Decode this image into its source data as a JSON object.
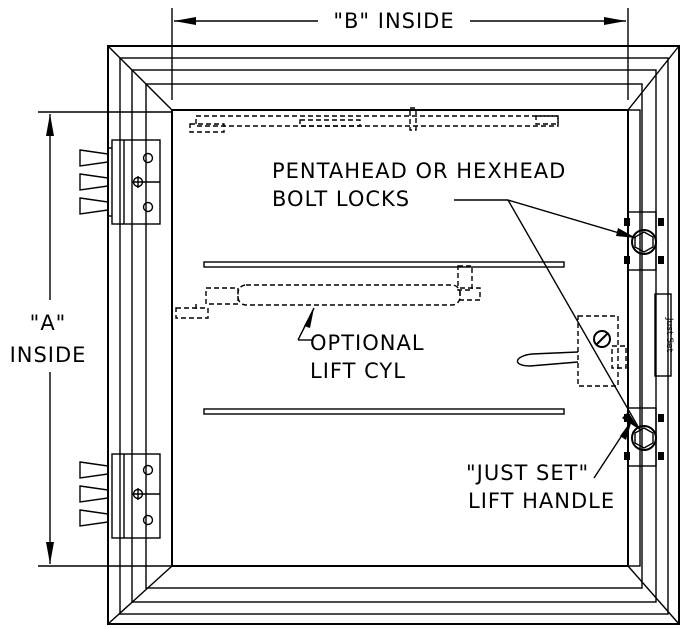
{
  "dimensions": {
    "width_label": "\"B\" INSIDE",
    "height_label_line1": "\"A\"",
    "height_label_line2": "INSIDE"
  },
  "callouts": {
    "bolt_locks_line1": "PENTAHEAD OR HEXHEAD",
    "bolt_locks_line2": "BOLT LOCKS",
    "lift_cyl_line1": "OPTIONAL",
    "lift_cyl_line2": "LIFT CYL",
    "lift_handle_line1": "\"JUST SET\"",
    "lift_handle_line2": "LIFT HANDLE"
  },
  "plate": {
    "brand_text": "Just Set"
  }
}
